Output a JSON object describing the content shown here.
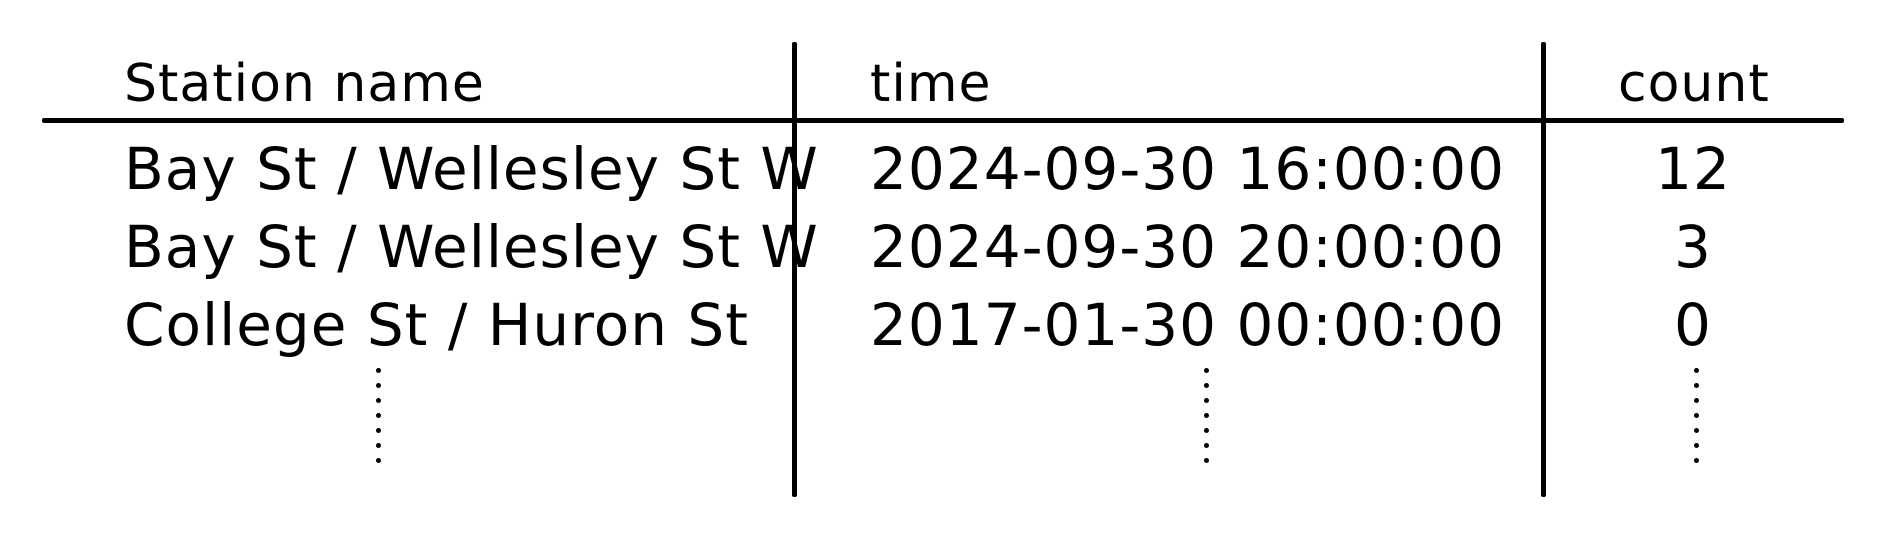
{
  "table": {
    "headers": [
      "Station name",
      "time",
      "count"
    ],
    "rows": [
      [
        "Bay St / Wellesley St W",
        "2024-09-30 16:00:00",
        "12"
      ],
      [
        "Bay St / Wellesley St W",
        "2024-09-30 20:00:00",
        "3"
      ],
      [
        "College St / Huron St",
        "2017-01-30 00:00:00",
        "0"
      ]
    ]
  }
}
